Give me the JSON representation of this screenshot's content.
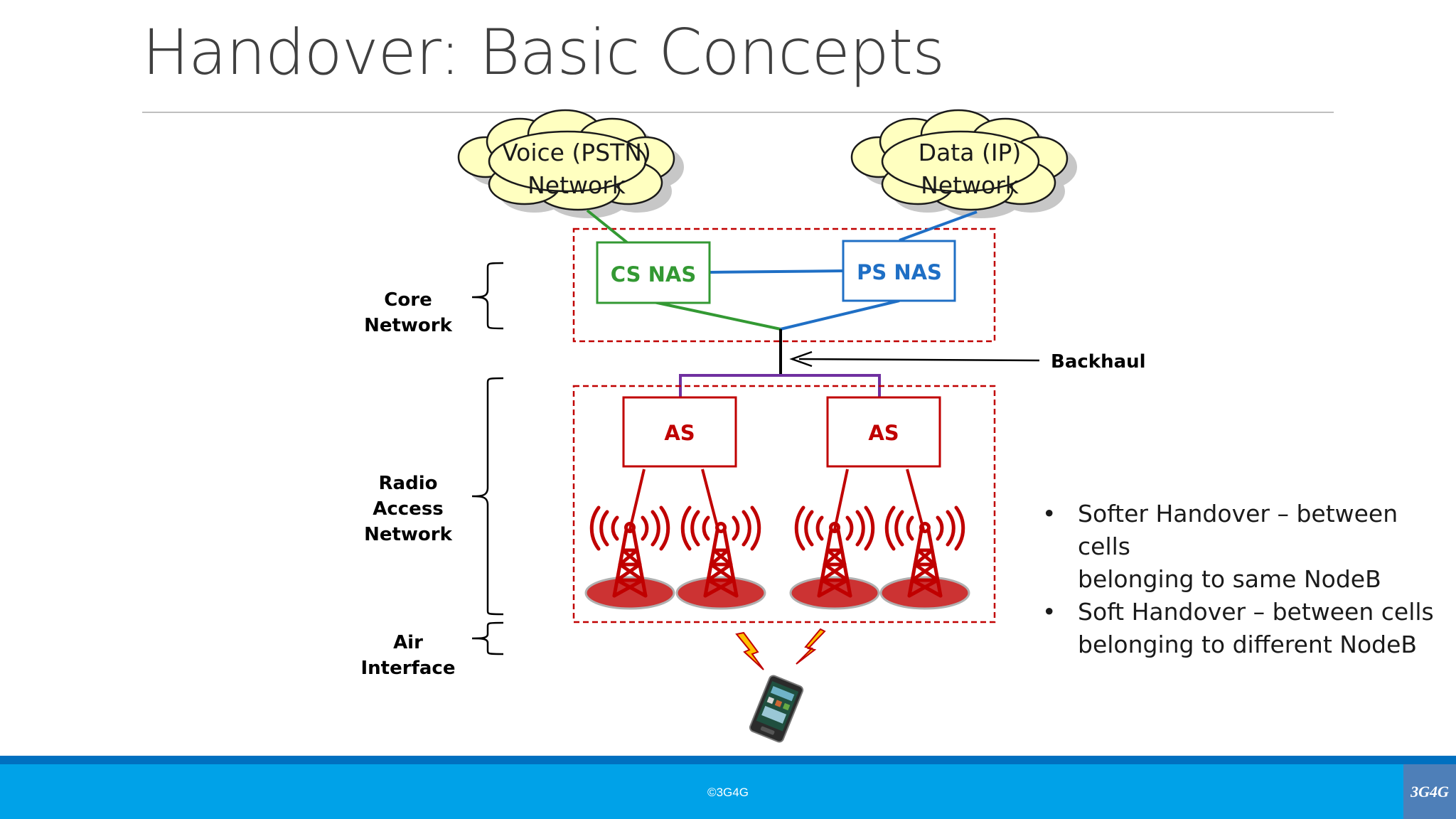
{
  "title": "Handover: Basic Concepts",
  "clouds": {
    "voice": {
      "line1": "Voice (PSTN)",
      "line2": "Network"
    },
    "data": {
      "line1": "Data (IP)",
      "line2": "Network"
    }
  },
  "nodes": {
    "cs_nas": "CS NAS",
    "ps_nas": "PS NAS",
    "as_left": "AS",
    "as_right": "AS"
  },
  "labels": {
    "core": [
      "Core",
      "Network"
    ],
    "ran": [
      "Radio",
      "Access",
      "Network"
    ],
    "air": [
      "Air",
      "Interface"
    ],
    "backhaul": "Backhaul"
  },
  "bullets": [
    {
      "line1": "Softer Handover – between cells",
      "line2": "belonging to same NodeB"
    },
    {
      "line1": "Soft Handover – between cells",
      "line2": "belonging to different NodeB"
    }
  ],
  "footer": {
    "copyright": "©3G4G",
    "logo": "3G4G"
  },
  "colors": {
    "cs": "#339933",
    "ps": "#1f6fc5",
    "as": "#c00000",
    "purple": "#7030a0",
    "cloud": "#ffffc0",
    "footer": "#00a2e8",
    "footer_line": "#0070c0"
  }
}
